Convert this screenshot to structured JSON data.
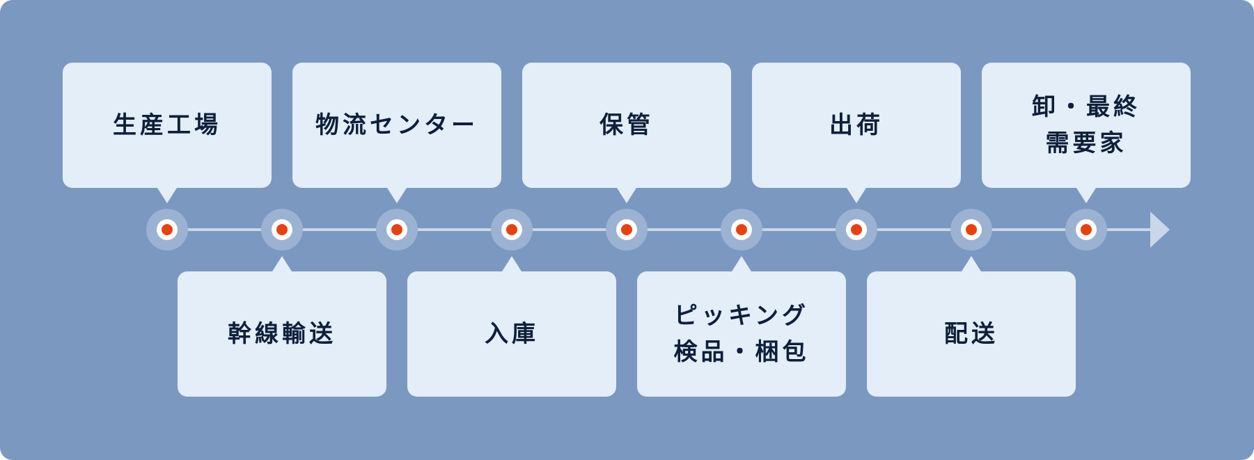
{
  "steps": [
    {
      "label": "生産工場",
      "side": "top"
    },
    {
      "label": "幹線輸送",
      "side": "bottom"
    },
    {
      "label": "物流センター",
      "side": "top"
    },
    {
      "label": "入庫",
      "side": "bottom"
    },
    {
      "label": "保管",
      "side": "top"
    },
    {
      "label": "ピッキング\n検品・梱包",
      "side": "bottom"
    },
    {
      "label": "出荷",
      "side": "top"
    },
    {
      "label": "配送",
      "side": "bottom"
    },
    {
      "label": "卸・最終\n需要家",
      "side": "top"
    }
  ],
  "colors": {
    "background": "#7b98c0",
    "callout": "#e3eef9",
    "text": "#0f1f3a",
    "line": "#c9d7ea",
    "marker": "#e8410f",
    "halo": "#9bb2d2"
  }
}
